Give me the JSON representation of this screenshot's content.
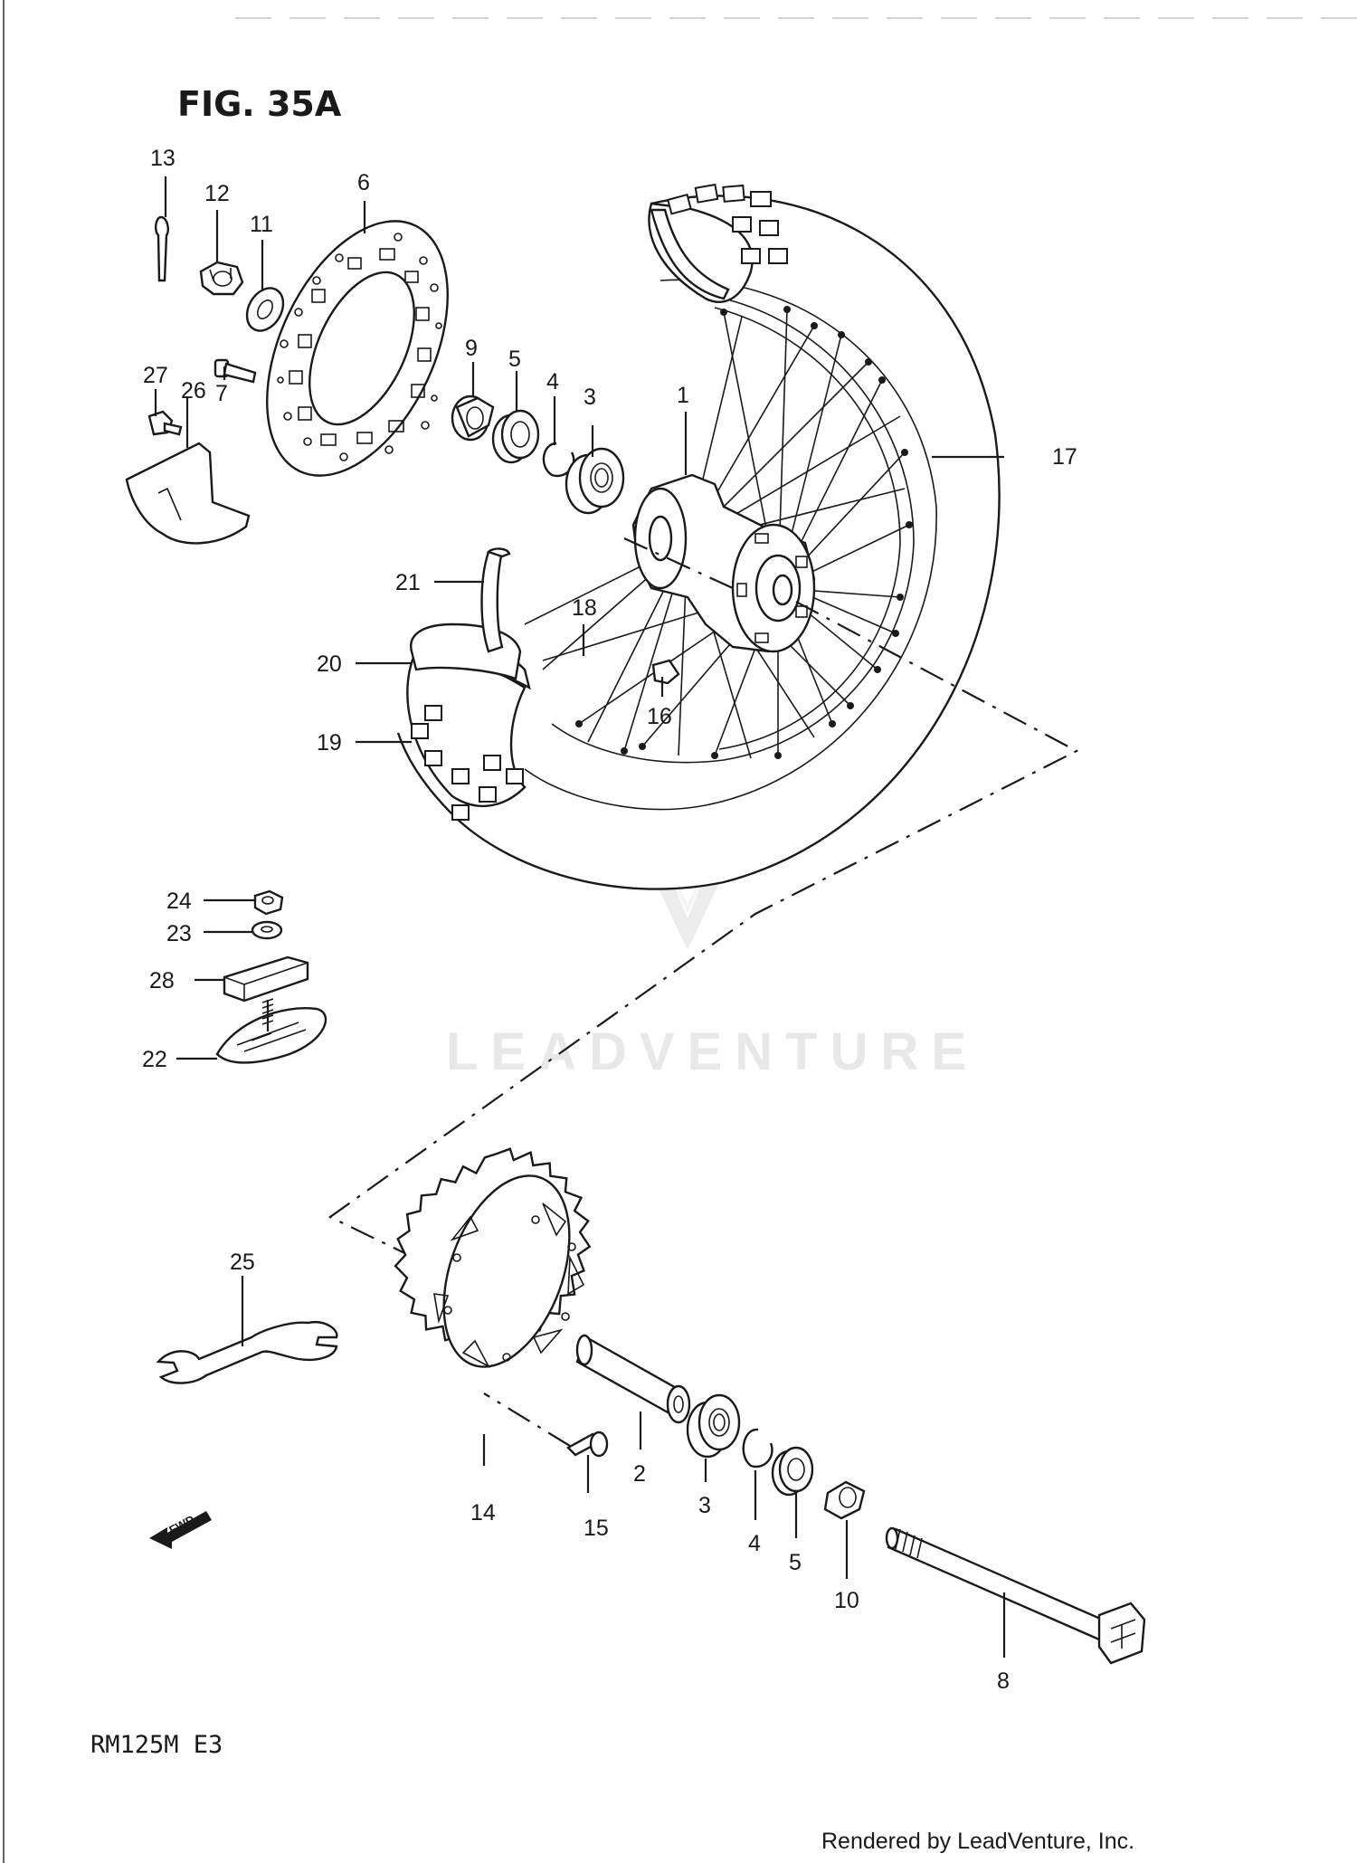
{
  "figure": {
    "title": "FIG. 35A",
    "model": "RM125M  E3",
    "credit": "Rendered by LeadVenture, Inc.",
    "watermark": "LEADVENTURE"
  },
  "callouts": [
    {
      "id": "13",
      "label": "13"
    },
    {
      "id": "12",
      "label": "12"
    },
    {
      "id": "11",
      "label": "11"
    },
    {
      "id": "6",
      "label": "6"
    },
    {
      "id": "27",
      "label": "27"
    },
    {
      "id": "26",
      "label": "26"
    },
    {
      "id": "7",
      "label": "7"
    },
    {
      "id": "9",
      "label": "9"
    },
    {
      "id": "5a",
      "label": "5"
    },
    {
      "id": "4a",
      "label": "4"
    },
    {
      "id": "3a",
      "label": "3"
    },
    {
      "id": "1",
      "label": "1"
    },
    {
      "id": "17",
      "label": "17"
    },
    {
      "id": "21",
      "label": "21"
    },
    {
      "id": "18",
      "label": "18"
    },
    {
      "id": "20",
      "label": "20"
    },
    {
      "id": "19",
      "label": "19"
    },
    {
      "id": "16",
      "label": "16"
    },
    {
      "id": "24",
      "label": "24"
    },
    {
      "id": "23",
      "label": "23"
    },
    {
      "id": "28",
      "label": "28"
    },
    {
      "id": "22",
      "label": "22"
    },
    {
      "id": "25",
      "label": "25"
    },
    {
      "id": "2",
      "label": "2"
    },
    {
      "id": "14",
      "label": "14"
    },
    {
      "id": "15",
      "label": "15"
    },
    {
      "id": "3b",
      "label": "3"
    },
    {
      "id": "4b",
      "label": "4"
    },
    {
      "id": "5b",
      "label": "5"
    },
    {
      "id": "10",
      "label": "10"
    },
    {
      "id": "8",
      "label": "8"
    }
  ],
  "fwd_badge": "FWD"
}
